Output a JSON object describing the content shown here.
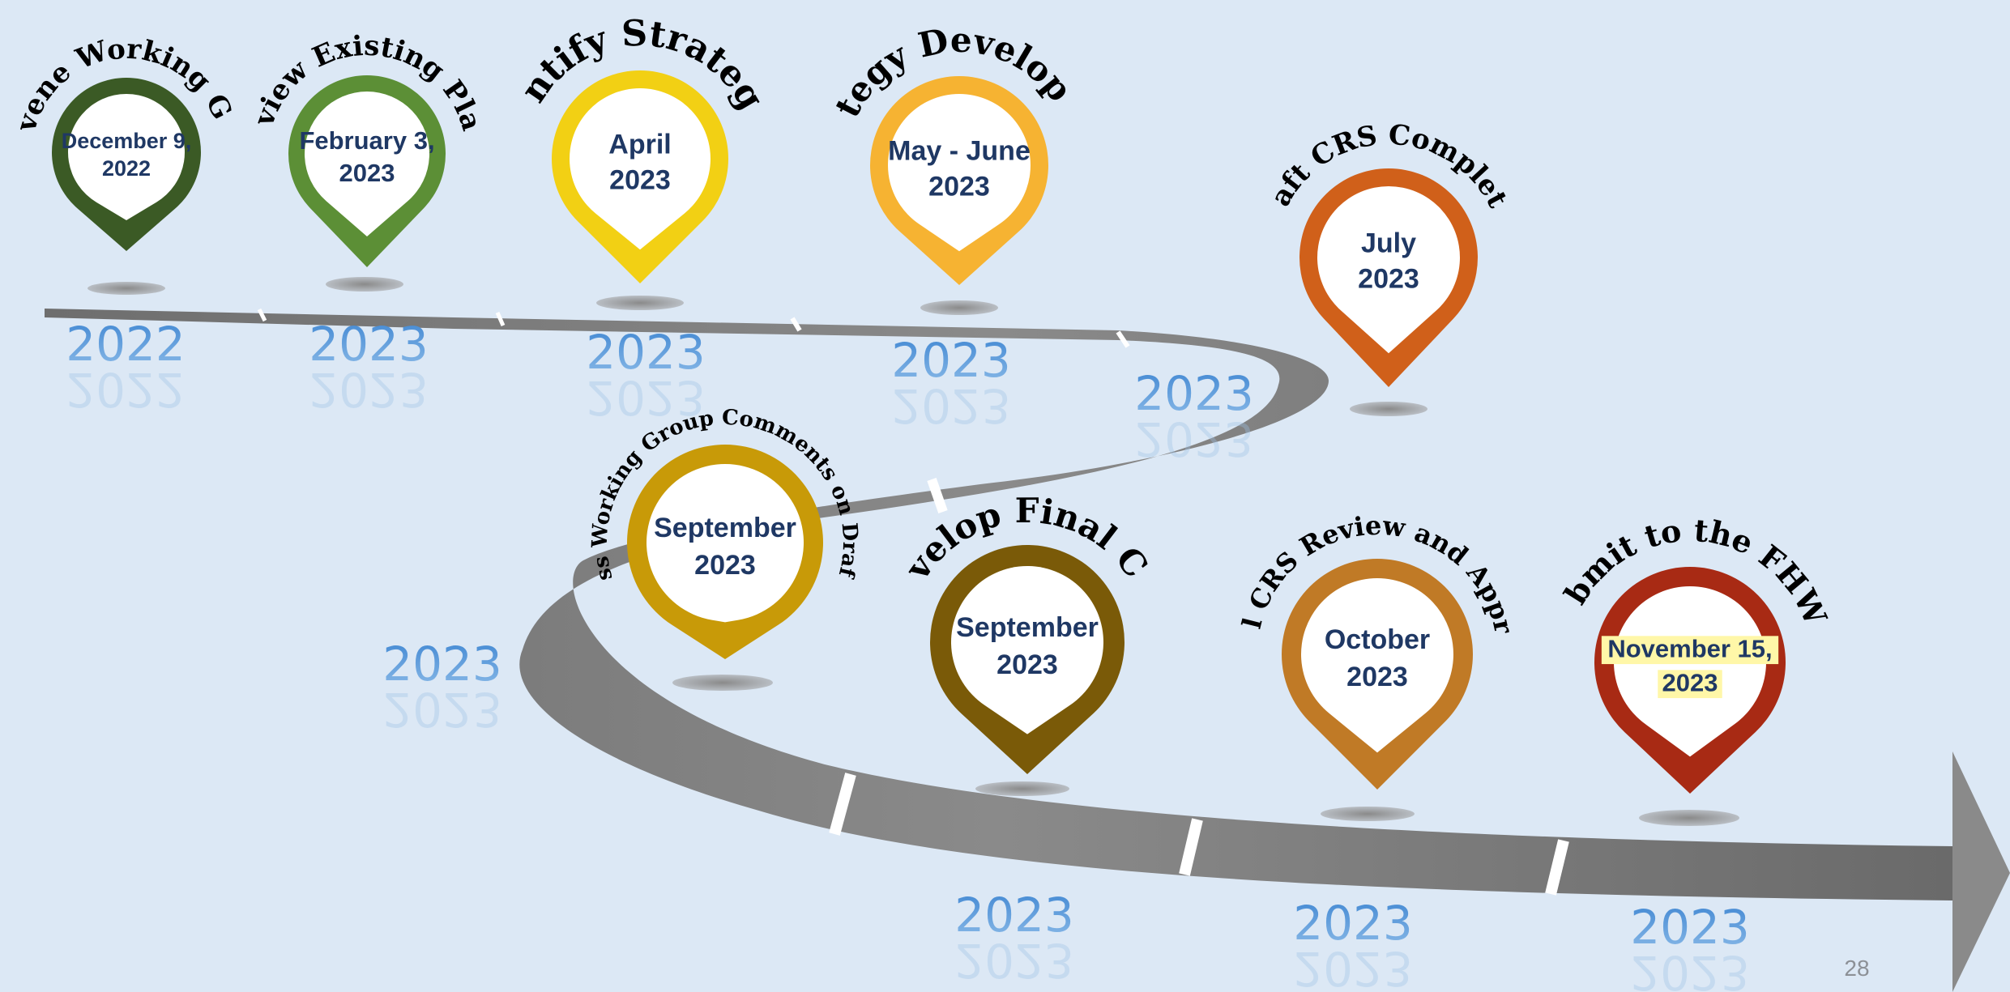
{
  "milestones": [
    {
      "title": "Convene Working Group",
      "date_line1": "December 9,",
      "date_line2": "2022",
      "year": "2022",
      "color": "#3b5a25"
    },
    {
      "title": "Review Existing Plans",
      "date_line1": "February 3,",
      "date_line2": "2023",
      "year": "2023",
      "color": "#5c8f36"
    },
    {
      "title": "Identify Strategies",
      "date_line1": "April",
      "date_line2": "2023",
      "year": "2023",
      "color": "#f2d014"
    },
    {
      "title": "Strategy Development",
      "date_line1": "May - June",
      "date_line2": "2023",
      "year": "2023",
      "color": "#f6b332"
    },
    {
      "title": "Draft CRS Completed",
      "date_line1": "July",
      "date_line2": "2023",
      "year": "2023",
      "color": "#d0601a"
    },
    {
      "title": "Address Working Group Comments on Draft CR S",
      "date_line1": "September",
      "date_line2": "2023",
      "year": "2023",
      "color": "#c89a08"
    },
    {
      "title": "Develop Final CRS",
      "date_line1": "September",
      "date_line2": "2023",
      "year": "2023",
      "color": "#7a5a08"
    },
    {
      "title": "Final CRS Review and Approval",
      "date_line1": "October",
      "date_line2": "2023",
      "year": "2023",
      "color": "#c07a26"
    },
    {
      "title": "Submit to the FHWA",
      "date_line1": "November 15,",
      "date_line2": "2023",
      "year": "2023",
      "color": "#a82a14"
    }
  ],
  "page_number": "28",
  "colors": {
    "background": "#dce8f5",
    "road": "#7f7f7f",
    "date_text": "#1f3864",
    "year_text": "#4a8fd6",
    "highlight": "#fff7a8"
  }
}
